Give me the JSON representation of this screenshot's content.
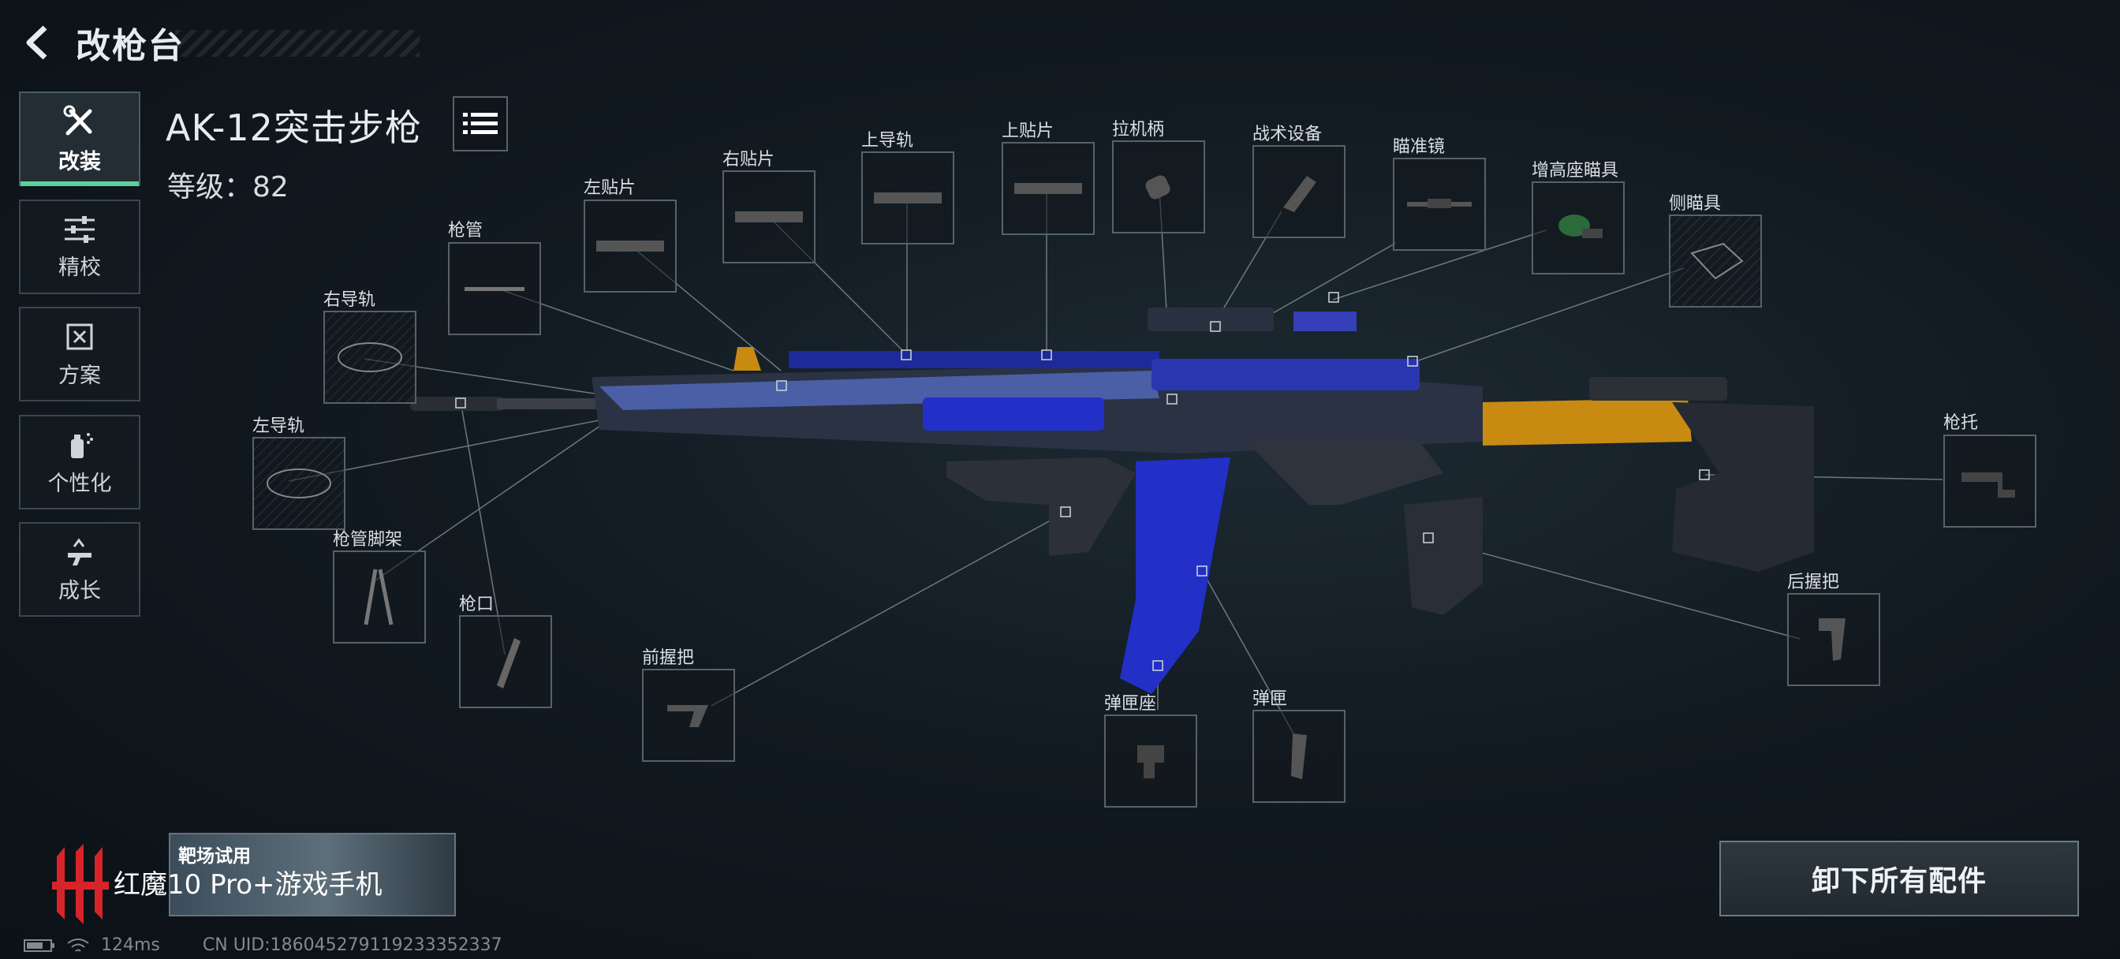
{
  "header": {
    "title": "改枪台"
  },
  "nav": [
    {
      "label": "改装",
      "icon": "wrench-screwdriver-icon",
      "active": true
    },
    {
      "label": "精校",
      "icon": "sliders-icon",
      "active": false
    },
    {
      "label": "方案",
      "icon": "blueprint-icon",
      "active": false
    },
    {
      "label": "个性化",
      "icon": "spray-can-icon",
      "active": false
    },
    {
      "label": "成长",
      "icon": "gun-upgrade-icon",
      "active": false
    }
  ],
  "weapon": {
    "name": "AK-12突击步枪",
    "level_text": "等级：82"
  },
  "slots": {
    "barrel": "枪管",
    "left_patch": "左贴片",
    "right_patch": "右贴片",
    "upper_rail": "上导轨",
    "top_patch": "上贴片",
    "charging_handle": "拉机柄",
    "tactical_device": "战术设备",
    "scope": "瞄准镜",
    "riser_sight": "增高座瞄具",
    "side_sight": "侧瞄具",
    "right_rail": "右导轨",
    "left_rail": "左导轨",
    "bipod": "枪管脚架",
    "muzzle": "枪口",
    "foregrip": "前握把",
    "mag_well": "弹匣座",
    "magazine": "弹匣",
    "stock": "枪托",
    "rear_grip": "后握把"
  },
  "actions": {
    "unload_all": "卸下所有配件"
  },
  "promo": {
    "title": "靶场试用",
    "brand": "红魔10 Pro+游戏手机"
  },
  "status": {
    "ping": "124ms",
    "uid": "CN UID:186045279119233352337"
  },
  "colors": {
    "accent": "#5ad19c",
    "weapon_blue": "#2230c8",
    "weapon_gold": "#c98a12"
  }
}
